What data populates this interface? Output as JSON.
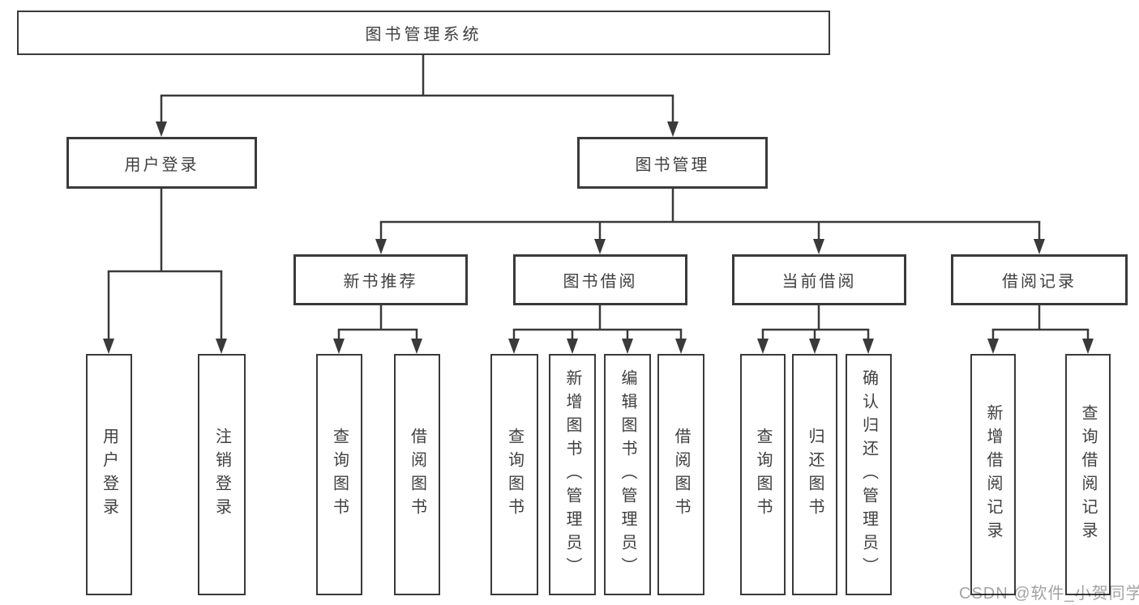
{
  "diagram": {
    "title": "图书管理系统",
    "type": "functional-structure-tree",
    "colors": {
      "background": "#ffffff",
      "line": "#3a3a3a",
      "box_border": "#3a3a3a",
      "text": "#3f3f3f",
      "watermark": "#a3a3a3"
    },
    "watermark": "CSDN @软件_小贺同学",
    "nodes": {
      "root": {
        "label": "图书管理系统",
        "level": 1
      },
      "user-login": {
        "label": "用户登录",
        "level": 2,
        "parent": "root"
      },
      "book-mgmt": {
        "label": "图书管理",
        "level": 2,
        "parent": "root"
      },
      "leaf-user-login": {
        "label": "用户登录",
        "level": 3,
        "parent": "user-login"
      },
      "leaf-logout": {
        "label": "注销登录",
        "level": 3,
        "parent": "user-login"
      },
      "new-book-rec": {
        "label": "新书推荐",
        "level": 3,
        "parent": "book-mgmt"
      },
      "book-borrow": {
        "label": "图书借阅",
        "level": 3,
        "parent": "book-mgmt"
      },
      "current-borrow": {
        "label": "当前借阅",
        "level": 3,
        "parent": "book-mgmt"
      },
      "borrow-records": {
        "label": "借阅记录",
        "level": 3,
        "parent": "book-mgmt"
      },
      "rec-query-book": {
        "label": "查询图书",
        "level": 4,
        "parent": "new-book-rec"
      },
      "rec-borrow-book": {
        "label": "借阅图书",
        "level": 4,
        "parent": "new-book-rec"
      },
      "bb-query-book": {
        "label": "查询图书",
        "level": 4,
        "parent": "book-borrow"
      },
      "bb-add-book": {
        "label": "新增图书（管理员）",
        "level": 4,
        "parent": "book-borrow"
      },
      "bb-edit-book": {
        "label": "编辑图书（管理员）",
        "level": 4,
        "parent": "book-borrow"
      },
      "bb-borrow-book": {
        "label": "借阅图书",
        "level": 4,
        "parent": "book-borrow"
      },
      "cb-query-book": {
        "label": "查询图书",
        "level": 4,
        "parent": "current-borrow"
      },
      "cb-return-book": {
        "label": "归还图书",
        "level": 4,
        "parent": "current-borrow"
      },
      "cb-confirm-return": {
        "label": "确认归还（管理员）",
        "level": 4,
        "parent": "current-borrow"
      },
      "br-add-record": {
        "label": "新增借阅记录",
        "level": 4,
        "parent": "borrow-records"
      },
      "br-query-record": {
        "label": "查询借阅记录",
        "level": 4,
        "parent": "borrow-records"
      }
    }
  }
}
